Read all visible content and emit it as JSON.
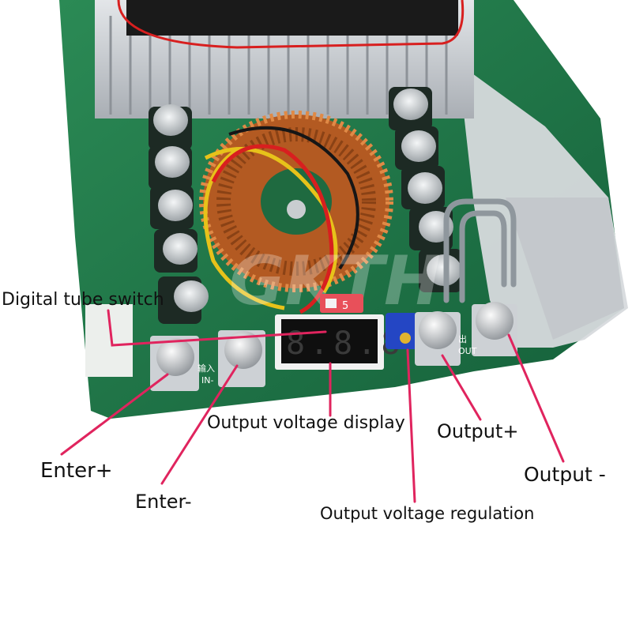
{
  "labels": {
    "digital_tube_switch": "Digital tube switch",
    "output_voltage_display": "Output voltage display",
    "output_plus": "Output+",
    "output_minus": "Output -",
    "enter_plus": "Enter+",
    "enter_minus": "Enter-",
    "output_voltage_regulation": "Output voltage regulation"
  },
  "board_text": {
    "watermark": "GKTH",
    "display_digits": "8.8.8",
    "input_marking": "IN-",
    "output_marking": "OUT",
    "input_chinese": "输入",
    "output_chinese": "出",
    "switch_marking": "5"
  },
  "colors": {
    "callout_line": "#e0245e",
    "pcb_green": "#1f7a45",
    "heatsink": "#c9cdd2",
    "copper": "#c0662a"
  }
}
